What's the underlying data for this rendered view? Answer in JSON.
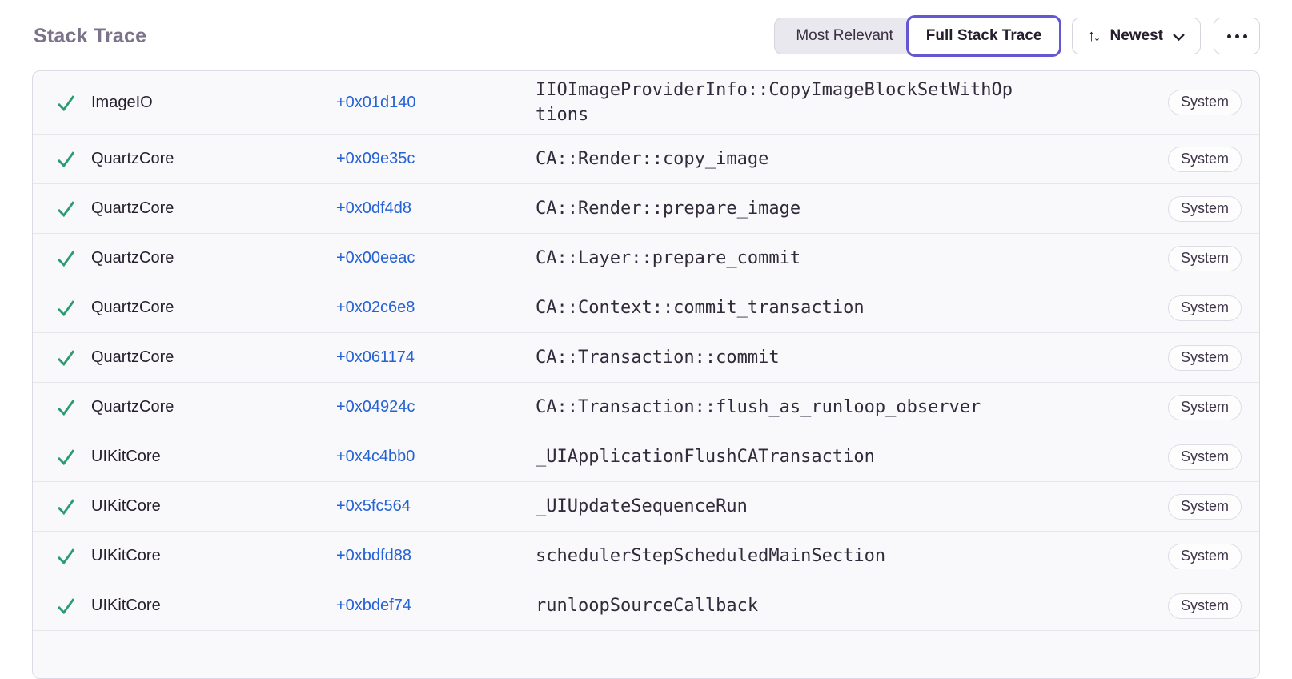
{
  "header": {
    "title": "Stack Trace",
    "view_toggle": {
      "options": [
        {
          "label": "Most Relevant",
          "selected": false
        },
        {
          "label": "Full Stack Trace",
          "selected": true
        }
      ]
    },
    "sort_button": {
      "label": "Newest"
    }
  },
  "icons": {
    "check-icon": "✓",
    "sort-arrows-icon": "↑↓",
    "chevron-down-icon": "⌄",
    "more-options-icon": "⋯"
  },
  "colors": {
    "accent_purple": "#6457d2",
    "link_blue": "#2562d4",
    "check_green": "#2b9c6f",
    "title_gray": "#7a7389",
    "row_background": "#f9f9fb",
    "table_border": "#dcdae4"
  },
  "frames": [
    {
      "module": "ImageIO",
      "offset": "+0x01d140",
      "function": "IIOImageProviderInfo::CopyImageBlockSetWithOptions",
      "tag": "System"
    },
    {
      "module": "QuartzCore",
      "offset": "+0x09e35c",
      "function": "CA::Render::copy_image",
      "tag": "System"
    },
    {
      "module": "QuartzCore",
      "offset": "+0x0df4d8",
      "function": "CA::Render::prepare_image",
      "tag": "System"
    },
    {
      "module": "QuartzCore",
      "offset": "+0x00eeac",
      "function": "CA::Layer::prepare_commit",
      "tag": "System"
    },
    {
      "module": "QuartzCore",
      "offset": "+0x02c6e8",
      "function": "CA::Context::commit_transaction",
      "tag": "System"
    },
    {
      "module": "QuartzCore",
      "offset": "+0x061174",
      "function": "CA::Transaction::commit",
      "tag": "System"
    },
    {
      "module": "QuartzCore",
      "offset": "+0x04924c",
      "function": "CA::Transaction::flush_as_runloop_observer",
      "tag": "System"
    },
    {
      "module": "UIKitCore",
      "offset": "+0x4c4bb0",
      "function": "_UIApplicationFlushCATransaction",
      "tag": "System"
    },
    {
      "module": "UIKitCore",
      "offset": "+0x5fc564",
      "function": "_UIUpdateSequenceRun",
      "tag": "System"
    },
    {
      "module": "UIKitCore",
      "offset": "+0xbdfd88",
      "function": "schedulerStepScheduledMainSection",
      "tag": "System"
    },
    {
      "module": "UIKitCore",
      "offset": "+0xbdef74",
      "function": "runloopSourceCallback",
      "tag": "System"
    }
  ]
}
